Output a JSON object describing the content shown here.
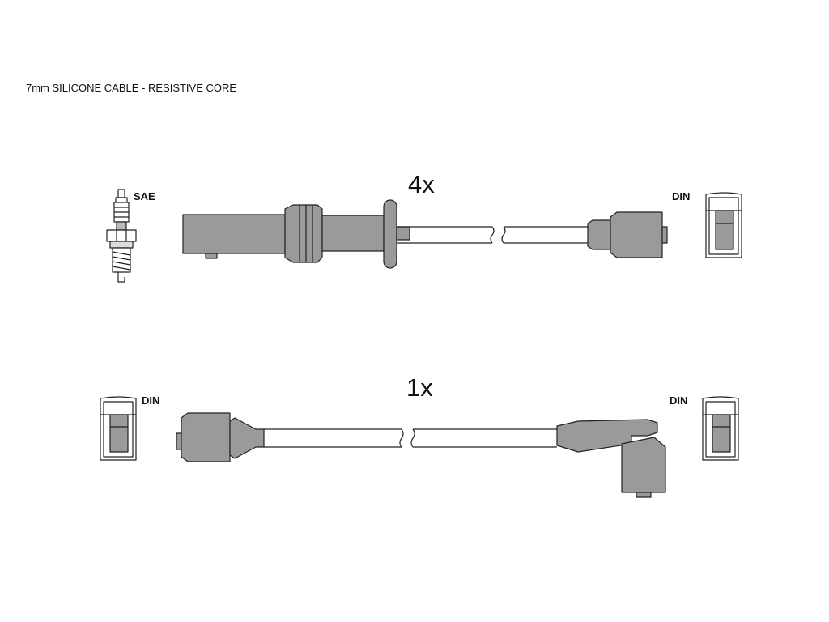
{
  "title": "7mm SILICONE CABLE - RESISTIVE CORE",
  "rows": [
    {
      "quantity": "4x",
      "left_connector": "SAE",
      "right_connector": "DIN"
    },
    {
      "quantity": "1x",
      "left_connector": "DIN",
      "right_connector": "DIN"
    }
  ],
  "colors": {
    "fill": "#9a9a9a",
    "stroke": "#222222",
    "background": "#ffffff"
  }
}
